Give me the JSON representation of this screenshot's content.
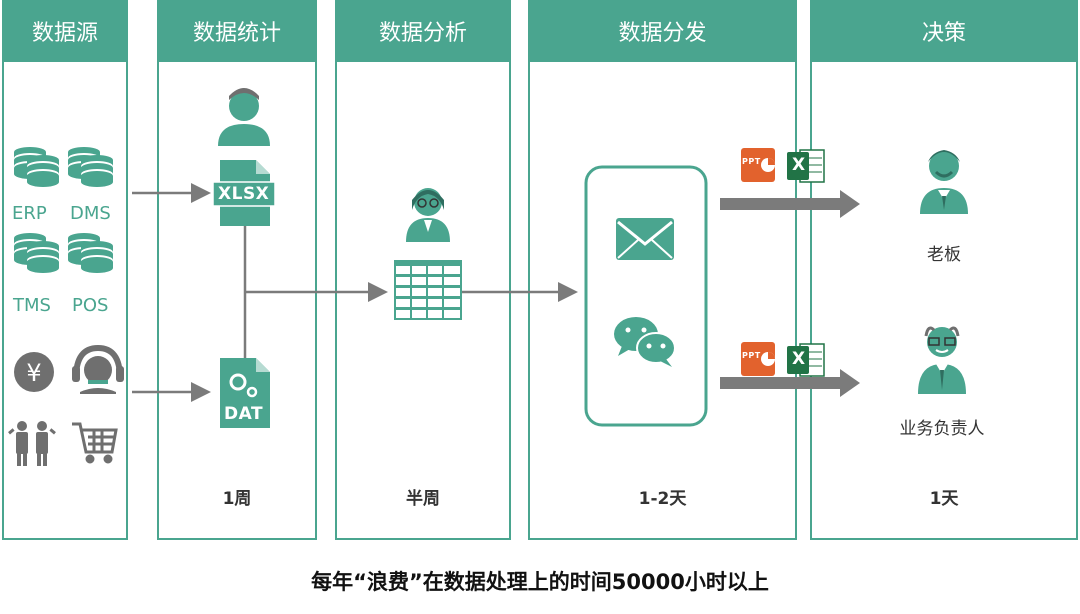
{
  "columns": [
    {
      "title": "数据源",
      "duration": ""
    },
    {
      "title": "数据统计",
      "duration": "1周"
    },
    {
      "title": "数据分析",
      "duration": "半周"
    },
    {
      "title": "数据分发",
      "duration": "1-2天"
    },
    {
      "title": "决策",
      "duration": "1天"
    }
  ],
  "sources": {
    "erp": "ERP",
    "dms": "DMS",
    "tms": "TMS",
    "pos": "POS",
    "currency_symbol": "¥"
  },
  "files": {
    "xlsx": "XLSX",
    "dat": "DAT"
  },
  "distribution": {
    "ppt_label": "PPT",
    "excel_label": "X"
  },
  "roles": {
    "boss": "老板",
    "business_owner": "业务负责人"
  },
  "footer": "每年“浪费”在数据处理上的时间50000小时以上",
  "colors": {
    "accent": "#4aa58f",
    "arrow": "#7b7b7b",
    "icon_gray": "#6f6f6f",
    "ppt": "#e2622d",
    "excel": "#217346"
  },
  "icons": [
    "database-icon",
    "currency-icon",
    "customer-service-icon",
    "people-icon",
    "shopping-cart-icon",
    "person-icon",
    "xlsx-file-icon",
    "dat-file-icon",
    "analyst-icon",
    "spreadsheet-icon",
    "mail-icon",
    "wechat-icon",
    "ppt-icon",
    "excel-icon",
    "boss-icon",
    "manager-icon"
  ]
}
